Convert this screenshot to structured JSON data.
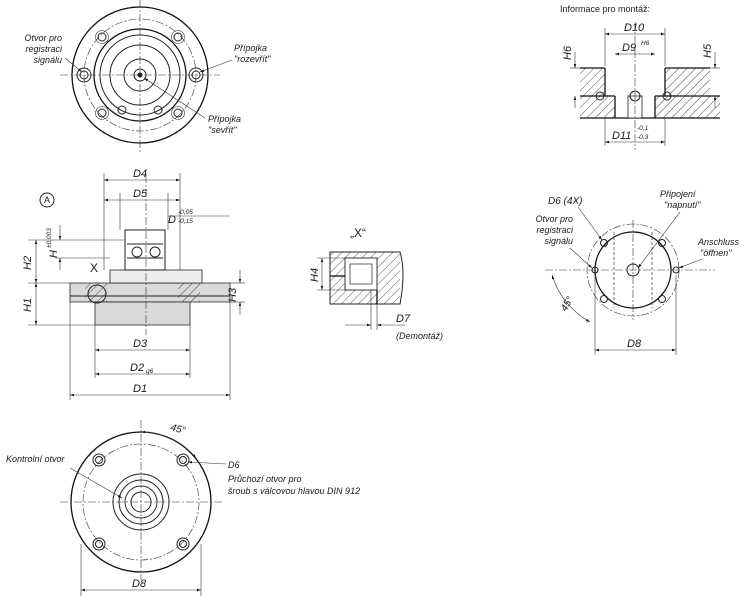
{
  "top_view": {
    "signal_hole": [
      "Otvor pro",
      "registraci",
      "signálu"
    ],
    "connection_open": [
      "Přípojka",
      "\"rozevřít\""
    ],
    "connection_close": [
      "Přípojka",
      "\"sevřít\""
    ]
  },
  "mounting_info": {
    "title": "Informace pro montáž:",
    "D10": "D10",
    "D9": "D9",
    "D9_tol": "H6",
    "H6": "H6",
    "H5": "H5",
    "D11": "D11",
    "D11_tol_upper": "-0,1",
    "D11_tol_lower": "-0,3"
  },
  "section_view": {
    "marker": "A",
    "D4": "D4",
    "D5": "D5",
    "D": "D",
    "D_tol_upper": "-0,05",
    "D_tol_lower": "-0,15",
    "H": "H",
    "H_tol": "±0,003",
    "H2": "H2",
    "H1": "H1",
    "H3": "H3",
    "X": "X",
    "D3": "D3",
    "D2": "D2",
    "D2_tol": "g6",
    "D1": "D1"
  },
  "detail_x": {
    "title": "„X“",
    "H4": "H4",
    "D7": "D7",
    "demontaz": "(Demontáž)"
  },
  "right_view": {
    "D6_4x": "D6 (4X)",
    "connection_tension": [
      "Připojení",
      "\"napnutí\""
    ],
    "signal_hole": [
      "Otvor pro",
      "registraci",
      "signálu"
    ],
    "connection_open": [
      "Anschluss",
      "\"öffnen\""
    ],
    "angle": "45°",
    "D8": "D8"
  },
  "bottom_view": {
    "angle": "45°",
    "control_hole": "Kontrolní otvor",
    "D6": "D6",
    "through_hole": [
      "Průchozí otvor pro",
      "šroub s válcovou hlavou DIN 912"
    ],
    "D8": "D8"
  }
}
